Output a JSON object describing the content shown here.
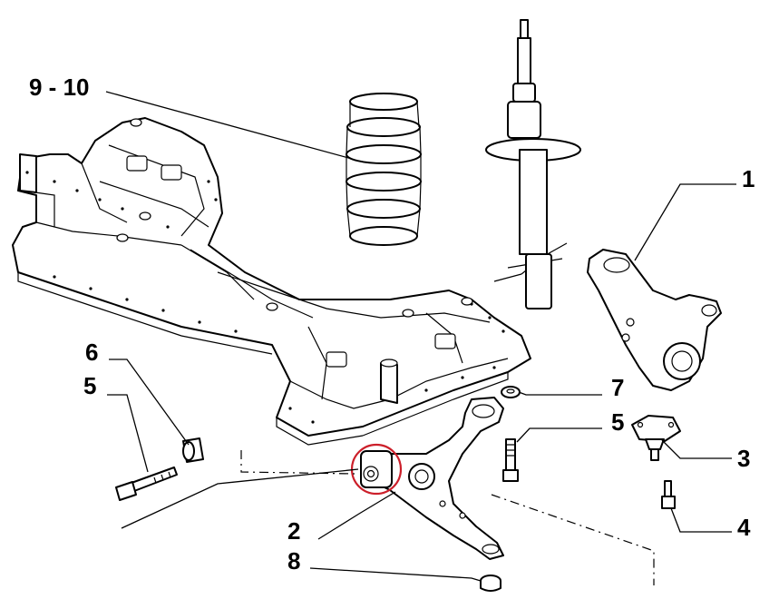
{
  "labels": {
    "spring": "9 - 10",
    "knuckle": "1",
    "control_arm": "2",
    "ball_joint": "3",
    "ball_joint_screw": "4",
    "arm_bolt_front": "5",
    "arm_bolt_rear": "5",
    "arm_bushing": "6",
    "ball_joint_nut": "7",
    "arm_bushing_rear": "8"
  },
  "colors": {
    "highlight_circle": "#cc1f2a",
    "line": "#000000"
  }
}
